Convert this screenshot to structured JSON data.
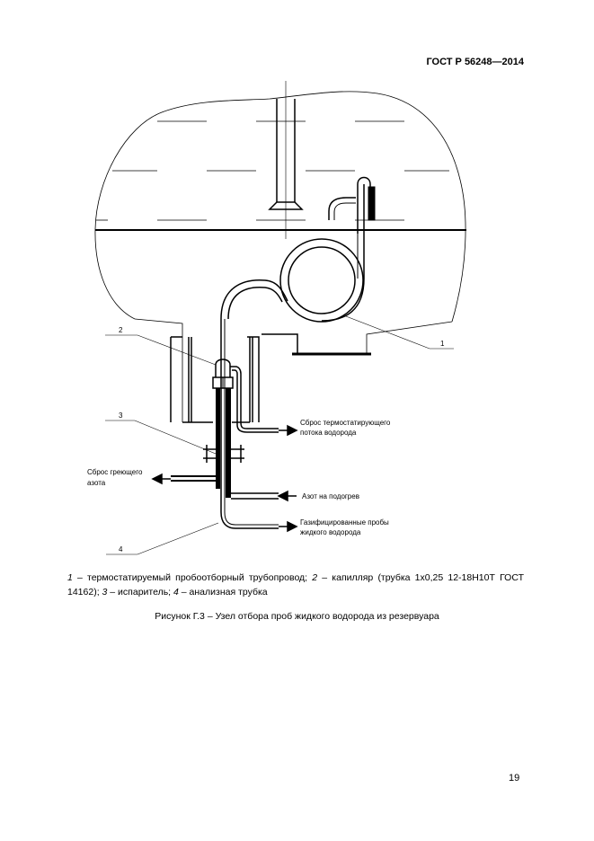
{
  "header": {
    "standard": "ГОСТ Р 56248—2014"
  },
  "figure": {
    "callouts": [
      "1",
      "2",
      "3",
      "4"
    ],
    "annotations": {
      "thermo_discharge_1": "Сброс термостатирующего",
      "thermo_discharge_2": "потока водорода",
      "heating_n2_discharge_1": "Сброс греющего",
      "heating_n2_discharge_2": "азота",
      "n2_heating": "Азот на подогрев",
      "gas_samples_1": "Газифицированные пробы",
      "gas_samples_2": "жидкого водорода"
    }
  },
  "legend": {
    "n1": "1",
    "t1": " – термостатируемый пробоотборный трубопровод; ",
    "n2": "2",
    "t2": " – капилляр (трубка 1х0,25 12-18Н10Т ГОСТ 14162); ",
    "n3": "3",
    "t3": " – испаритель; ",
    "n4": "4",
    "t4": " – анализная трубка"
  },
  "caption": "Рисунок Г.3 – Узел отбора проб жидкого водорода из резервуара",
  "page_number": "19"
}
